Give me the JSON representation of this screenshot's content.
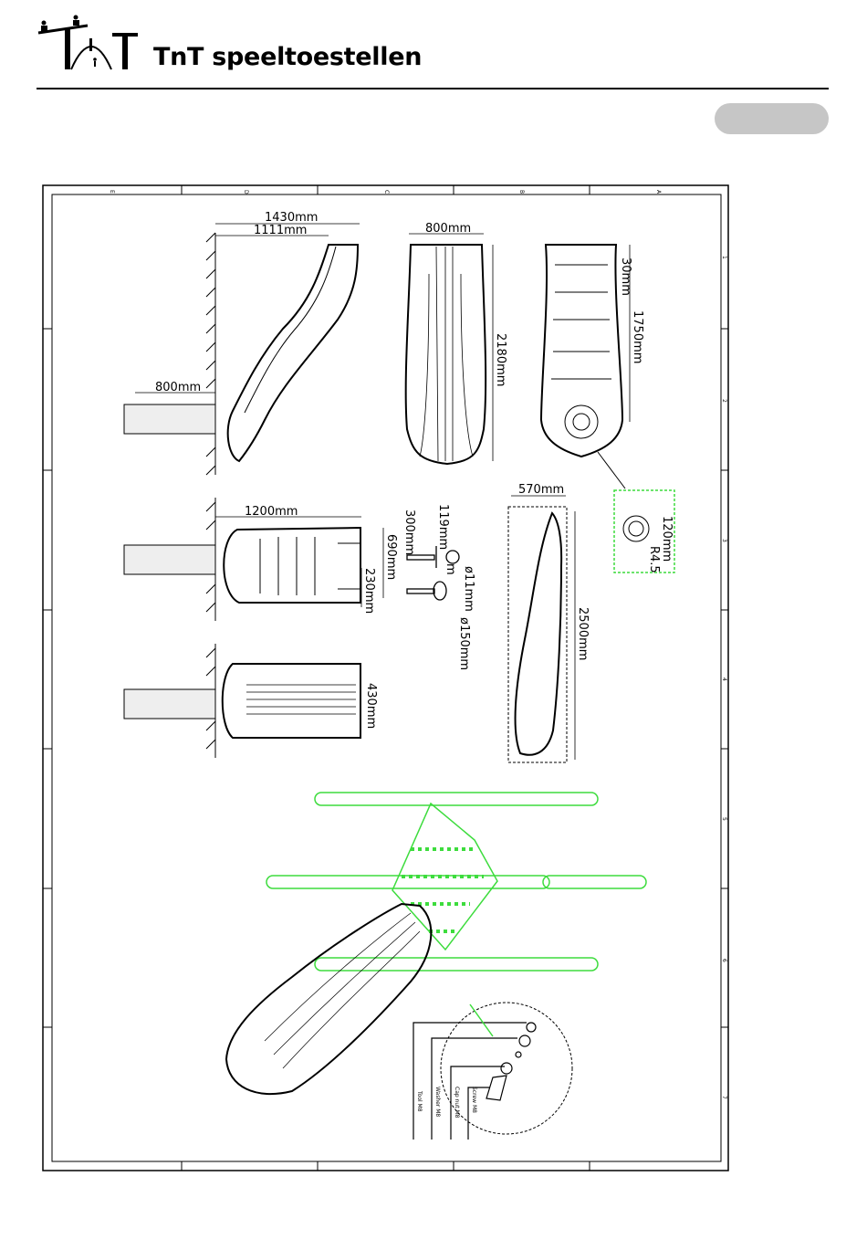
{
  "header": {
    "brand_name": "TnT speeltoestellen",
    "logo_text": "TnT"
  },
  "drawing": {
    "column_labels": [
      "E",
      "D",
      "C",
      "B",
      "A"
    ],
    "row_labels": [
      "1",
      "2",
      "3",
      "4",
      "5",
      "6",
      "7"
    ],
    "side_view": {
      "overall_width": "1430mm",
      "inner_width": "1111mm",
      "footing": "800mm"
    },
    "front_view": {
      "width": "800mm",
      "height": "2180mm"
    },
    "top_view": {
      "lip": "30mm",
      "length": "1750mm"
    },
    "plan_view_1": {
      "length": "1200mm",
      "width": "690mm",
      "opening": "230mm"
    },
    "bolt_detail": {
      "length": "300mm",
      "offset": "119mm",
      "hole": "ø11mm",
      "plate": "ø150mm",
      "label": "m"
    },
    "plan_view_2": {
      "width": "430mm"
    },
    "envelope": {
      "width": "570mm",
      "length": "2500mm"
    },
    "hole_detail": {
      "size": "120mm",
      "radius": "R4.5"
    },
    "callout_labels": [
      "Tool M8",
      "Washer M8",
      "Cap nut M8",
      "Screw M8"
    ],
    "colors": {
      "structure": "#3ddc3d",
      "line": "#000000"
    }
  }
}
